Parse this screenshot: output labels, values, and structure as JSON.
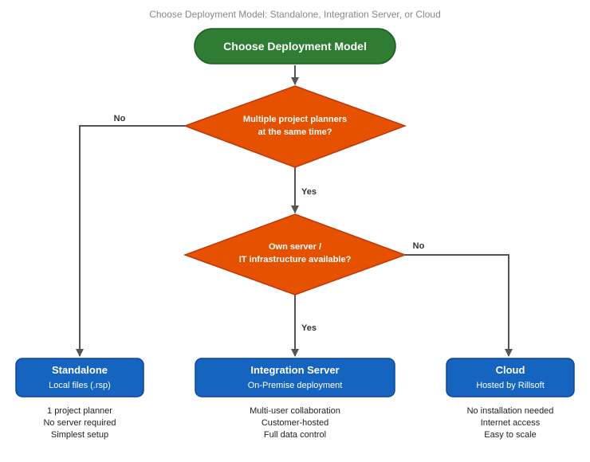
{
  "title": "Choose Deployment Model: Standalone, Integration Server, or Cloud",
  "colors": {
    "start_fill": "#2e7d32",
    "start_stroke": "#1b5e20",
    "decision_fill": "#e65100",
    "decision_stroke": "#bf360c",
    "result_fill": "#1565c0",
    "result_stroke": "#0d47a1",
    "edge": "#555555"
  },
  "start": {
    "label": "Choose Deployment Model"
  },
  "decisions": {
    "planners": {
      "line1": "Multiple project planners",
      "line2": "at the same time?"
    },
    "server": {
      "line1": "Own server /",
      "line2": "IT infrastructure available?"
    }
  },
  "edges": {
    "planners_no": "No",
    "planners_yes": "Yes",
    "server_no": "No",
    "server_yes": "Yes"
  },
  "outcomes": {
    "standalone": {
      "title": "Standalone",
      "subtitle": "Local files (.rsp)",
      "notes": [
        "1 project planner",
        "No server required",
        "Simplest setup"
      ]
    },
    "integration": {
      "title": "Integration Server",
      "subtitle": "On-Premise deployment",
      "notes": [
        "Multi-user collaboration",
        "Customer-hosted",
        "Full data control"
      ]
    },
    "cloud": {
      "title": "Cloud",
      "subtitle": "Hosted by Rillsoft",
      "notes": [
        "No installation needed",
        "Internet access",
        "Easy to scale"
      ]
    }
  }
}
